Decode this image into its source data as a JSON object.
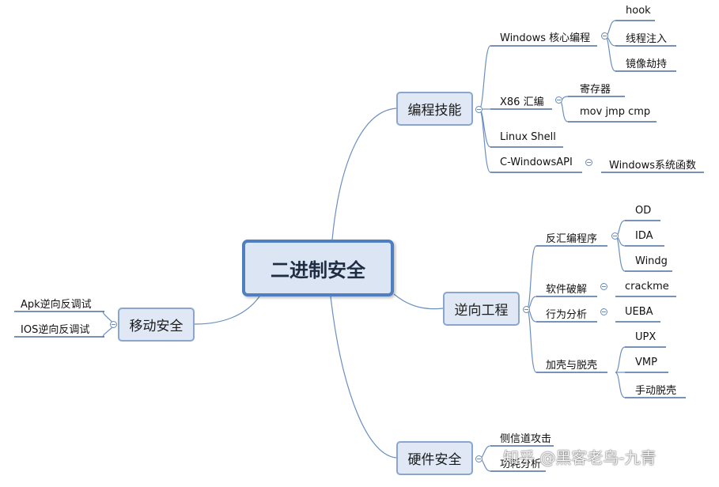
{
  "root": {
    "label": "二进制安全"
  },
  "branches": {
    "programming": {
      "label": "编程技能",
      "windows_core": {
        "label": "Windows 核心编程",
        "children": [
          "hook",
          "线程注入",
          "镜像劫持"
        ]
      },
      "x86": {
        "label": "X86 汇编",
        "children": [
          "寄存器",
          "mov jmp cmp"
        ]
      },
      "linux_shell": {
        "label": "Linux Shell"
      },
      "c_winapi": {
        "label": "C-WindowsAPI",
        "children": [
          "Windows系统函数"
        ]
      }
    },
    "reverse": {
      "label": "逆向工程",
      "disasm": {
        "label": "反汇编程序",
        "children": [
          "OD",
          "IDA",
          "Windg"
        ]
      },
      "cracking": {
        "label": "软件破解",
        "children": [
          "crackme"
        ]
      },
      "behavior": {
        "label": "行为分析",
        "children": [
          "UEBA"
        ]
      },
      "packing": {
        "label": "加壳与脱壳",
        "children": [
          "UPX",
          "VMP",
          "手动脱壳"
        ]
      }
    },
    "hardware": {
      "label": "硬件安全",
      "children": [
        "侧信道攻击",
        "功耗分析"
      ]
    },
    "mobile": {
      "label": "移动安全",
      "children": [
        "Apk逆向反调试",
        "IOS逆向反调试"
      ]
    }
  },
  "watermark": "知乎 @黑客老鸟-九青",
  "colors": {
    "line": "#6b8fc0",
    "underline": "#4a6f9f",
    "node_fill": "#dfe8f4",
    "node_border": "#8aa6cc",
    "root_border": "#4f7fc0"
  }
}
